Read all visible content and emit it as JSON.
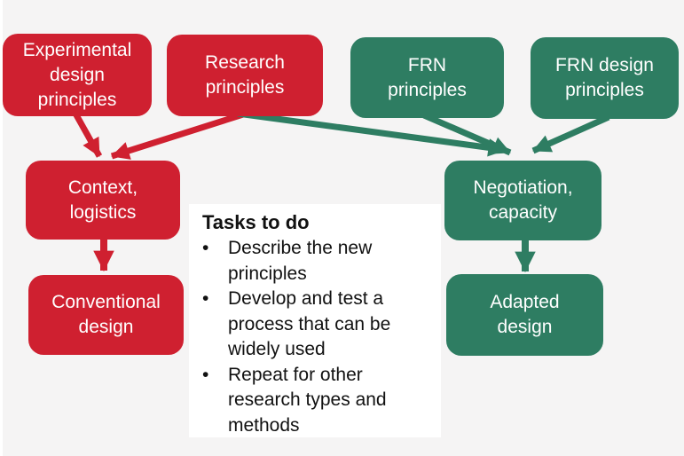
{
  "colors": {
    "red": "#cf2030",
    "green": "#2e7d62",
    "background": "#f5f4f4",
    "panel_background": "#ffffff",
    "node_text": "#ffffff",
    "panel_text": "#111111"
  },
  "nodes": [
    {
      "id": "experimental-design-principles",
      "label": "Experimental\ndesign\nprinciples",
      "color": "red"
    },
    {
      "id": "research-principles",
      "label": "Research\nprinciples",
      "color": "red"
    },
    {
      "id": "frn-principles",
      "label": "FRN\nprinciples",
      "color": "green"
    },
    {
      "id": "frn-design-principles",
      "label": "FRN design\nprinciples",
      "color": "green"
    },
    {
      "id": "context-logistics",
      "label": "Context,\nlogistics",
      "color": "red"
    },
    {
      "id": "negotiation-capacity",
      "label": "Negotiation,\ncapacity",
      "color": "green"
    },
    {
      "id": "conventional-design",
      "label": "Conventional\ndesign",
      "color": "red"
    },
    {
      "id": "adapted-design",
      "label": "Adapted\ndesign",
      "color": "green"
    }
  ],
  "edges": [
    {
      "from": "experimental-design-principles",
      "to": "context-logistics",
      "color": "red"
    },
    {
      "from": "research-principles",
      "to": "context-logistics",
      "color": "red"
    },
    {
      "from": "research-principles",
      "to": "negotiation-capacity",
      "color": "green"
    },
    {
      "from": "frn-principles",
      "to": "negotiation-capacity",
      "color": "green"
    },
    {
      "from": "frn-design-principles",
      "to": "negotiation-capacity",
      "color": "green"
    },
    {
      "from": "context-logistics",
      "to": "conventional-design",
      "color": "red"
    },
    {
      "from": "negotiation-capacity",
      "to": "adapted-design",
      "color": "green"
    }
  ],
  "tasks_panel": {
    "title": "Tasks to do",
    "bullet_char": "•",
    "bullets": [
      "Describe the new\nprinciples",
      "Develop and test a\nprocess that can be\nwidely used",
      "Repeat for other\nresearch types and\nmethods"
    ]
  }
}
